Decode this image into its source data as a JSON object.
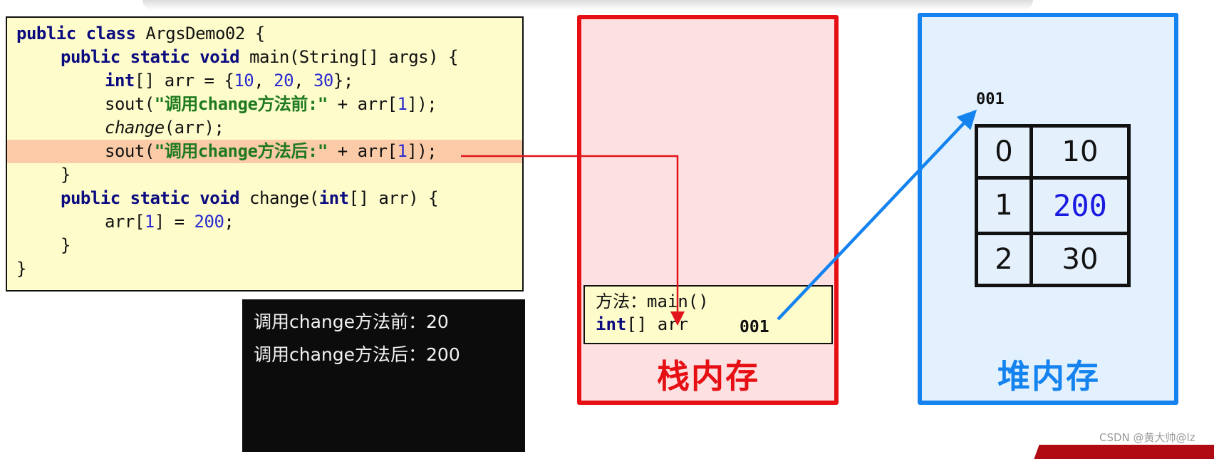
{
  "code": {
    "lines": [
      {
        "indent": 0,
        "tokens": [
          {
            "t": "public class",
            "c": "kw"
          },
          {
            "t": " ArgsDemo02 {",
            "c": ""
          }
        ]
      },
      {
        "indent": 1,
        "tokens": [
          {
            "t": "public static void",
            "c": "kw"
          },
          {
            "t": " main(String[] args) {",
            "c": ""
          }
        ]
      },
      {
        "indent": 2,
        "tokens": [
          {
            "t": "int",
            "c": "kw"
          },
          {
            "t": "[] arr = {",
            "c": ""
          },
          {
            "t": "10",
            "c": "num"
          },
          {
            "t": ", ",
            "c": ""
          },
          {
            "t": "20",
            "c": "num"
          },
          {
            "t": ", ",
            "c": ""
          },
          {
            "t": "30",
            "c": "num"
          },
          {
            "t": "};",
            "c": ""
          }
        ]
      },
      {
        "indent": 2,
        "tokens": [
          {
            "t": "sout(",
            "c": ""
          },
          {
            "t": "\"调用change方法前:\"",
            "c": "str"
          },
          {
            "t": " + arr[",
            "c": ""
          },
          {
            "t": "1",
            "c": "num"
          },
          {
            "t": "]);",
            "c": ""
          }
        ]
      },
      {
        "indent": 2,
        "tokens": [
          {
            "t": "change",
            "c": "it"
          },
          {
            "t": "(arr);",
            "c": ""
          }
        ]
      },
      {
        "indent": 2,
        "highlight": true,
        "tokens": [
          {
            "t": "sout(",
            "c": ""
          },
          {
            "t": "\"调用change方法后:\"",
            "c": "str"
          },
          {
            "t": " + arr[",
            "c": ""
          },
          {
            "t": "1",
            "c": "num"
          },
          {
            "t": "]);",
            "c": ""
          }
        ]
      },
      {
        "indent": 1,
        "tokens": [
          {
            "t": "}",
            "c": ""
          }
        ]
      },
      {
        "indent": 1,
        "tokens": [
          {
            "t": "public static void",
            "c": "kw"
          },
          {
            "t": " change(",
            "c": ""
          },
          {
            "t": "int",
            "c": "kw"
          },
          {
            "t": "[] arr) {",
            "c": ""
          }
        ]
      },
      {
        "indent": 2,
        "tokens": [
          {
            "t": "arr[",
            "c": ""
          },
          {
            "t": "1",
            "c": "num"
          },
          {
            "t": "] = ",
            "c": ""
          },
          {
            "t": "200",
            "c": "num"
          },
          {
            "t": ";",
            "c": ""
          }
        ]
      },
      {
        "indent": 1,
        "tokens": [
          {
            "t": "}",
            "c": ""
          }
        ]
      },
      {
        "indent": 0,
        "tokens": [
          {
            "t": "}",
            "c": ""
          }
        ]
      }
    ]
  },
  "console": {
    "lines": [
      "调用change方法前：20",
      "调用change方法后：200"
    ]
  },
  "stack": {
    "title": "栈内存",
    "frame": {
      "method_label": "方法：main()",
      "var_type": "int",
      "var_rest": "[] arr",
      "address": "001"
    }
  },
  "heap": {
    "title": "堆内存",
    "address": "001",
    "array": [
      {
        "index": "0",
        "value": "10"
      },
      {
        "index": "1",
        "value": "200",
        "changed": true
      },
      {
        "index": "2",
        "value": "30"
      }
    ]
  },
  "colors": {
    "stack_border": "#e60f14",
    "stack_fill": "#fde1e2",
    "heap_border": "#1583ef",
    "heap_fill": "#e2f1fd",
    "code_fill": "#fefccb",
    "highlight": "#fbcba8",
    "arrow_red": "#e0141a",
    "arrow_blue": "#1583ef"
  },
  "watermark": "CSDN @黄大帅@lz"
}
